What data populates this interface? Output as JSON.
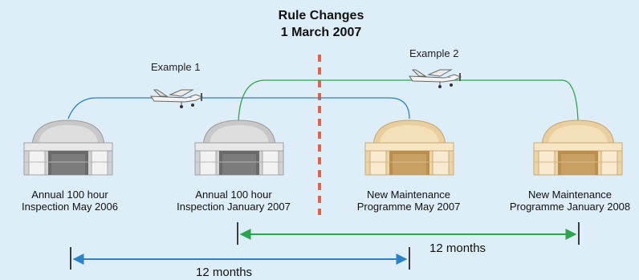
{
  "title": {
    "line1": "Rule Changes",
    "line2": "1 March 2007"
  },
  "examples": [
    {
      "label": "Example 1",
      "color": "#2b82c8"
    },
    {
      "label": "Example 2",
      "color": "#2ea44f"
    }
  ],
  "hangars": [
    {
      "line1": "Annual 100 hour",
      "line2": "Inspection May 2006",
      "style": "grey"
    },
    {
      "line1": "Annual 100 hour",
      "line2": "Inspection January 2007",
      "style": "grey"
    },
    {
      "line1": "New Maintenance",
      "line2": "Programme May 2007",
      "style": "tan"
    },
    {
      "line1": "New Maintenance",
      "line2": "Programme January 2008",
      "style": "tan"
    }
  ],
  "intervals": [
    {
      "label": "12 months",
      "color": "#2ea44f"
    },
    {
      "label": "12 months",
      "color": "#2b82c8"
    }
  ],
  "colors": {
    "background": "#ddeef8",
    "rule_line": "#e2644a",
    "hangar_grey": "#d4d4d4",
    "hangar_tan": "#f0dcb4"
  },
  "icons": [
    "hangar-icon",
    "airplane-icon"
  ]
}
